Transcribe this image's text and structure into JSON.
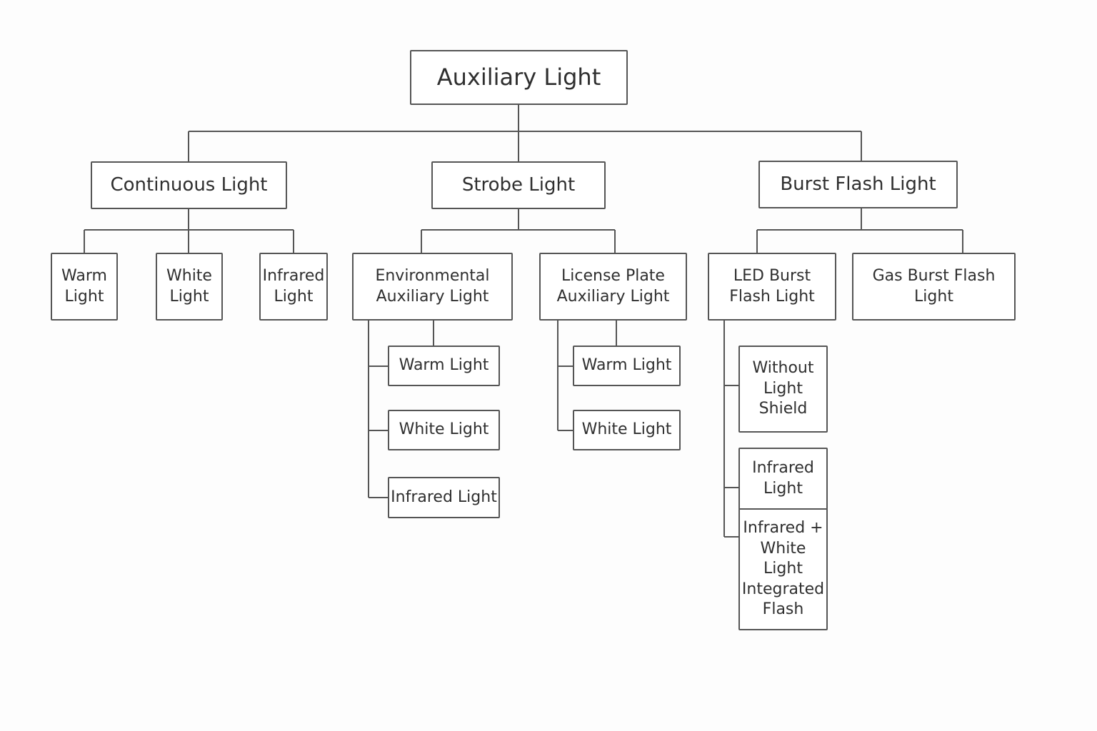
{
  "root": {
    "label": "Auxiliary Light"
  },
  "categories": [
    {
      "label": "Continuous Light",
      "children": [
        "Warm Light",
        "White Light",
        "Infrared Light"
      ]
    },
    {
      "label": "Strobe Light",
      "children": [
        {
          "label": "Environmental Auxiliary Light",
          "children": [
            "Warm Light",
            "White Light",
            "Infrared Light"
          ]
        },
        {
          "label": "License Plate Auxiliary Light",
          "children": [
            "Warm Light",
            "White Light"
          ]
        }
      ]
    },
    {
      "label": "Burst Flash Light",
      "children": [
        {
          "label": "LED Burst Flash Light",
          "children": [
            "Without Light Shield",
            "Infrared Light",
            "Infrared + White Light Integrated Flash"
          ]
        },
        {
          "label": "Gas Burst Flash Light",
          "children": []
        }
      ]
    }
  ],
  "colors": {
    "line": "#555555",
    "text": "#2f2f2f",
    "background": "#fdfdfd"
  }
}
